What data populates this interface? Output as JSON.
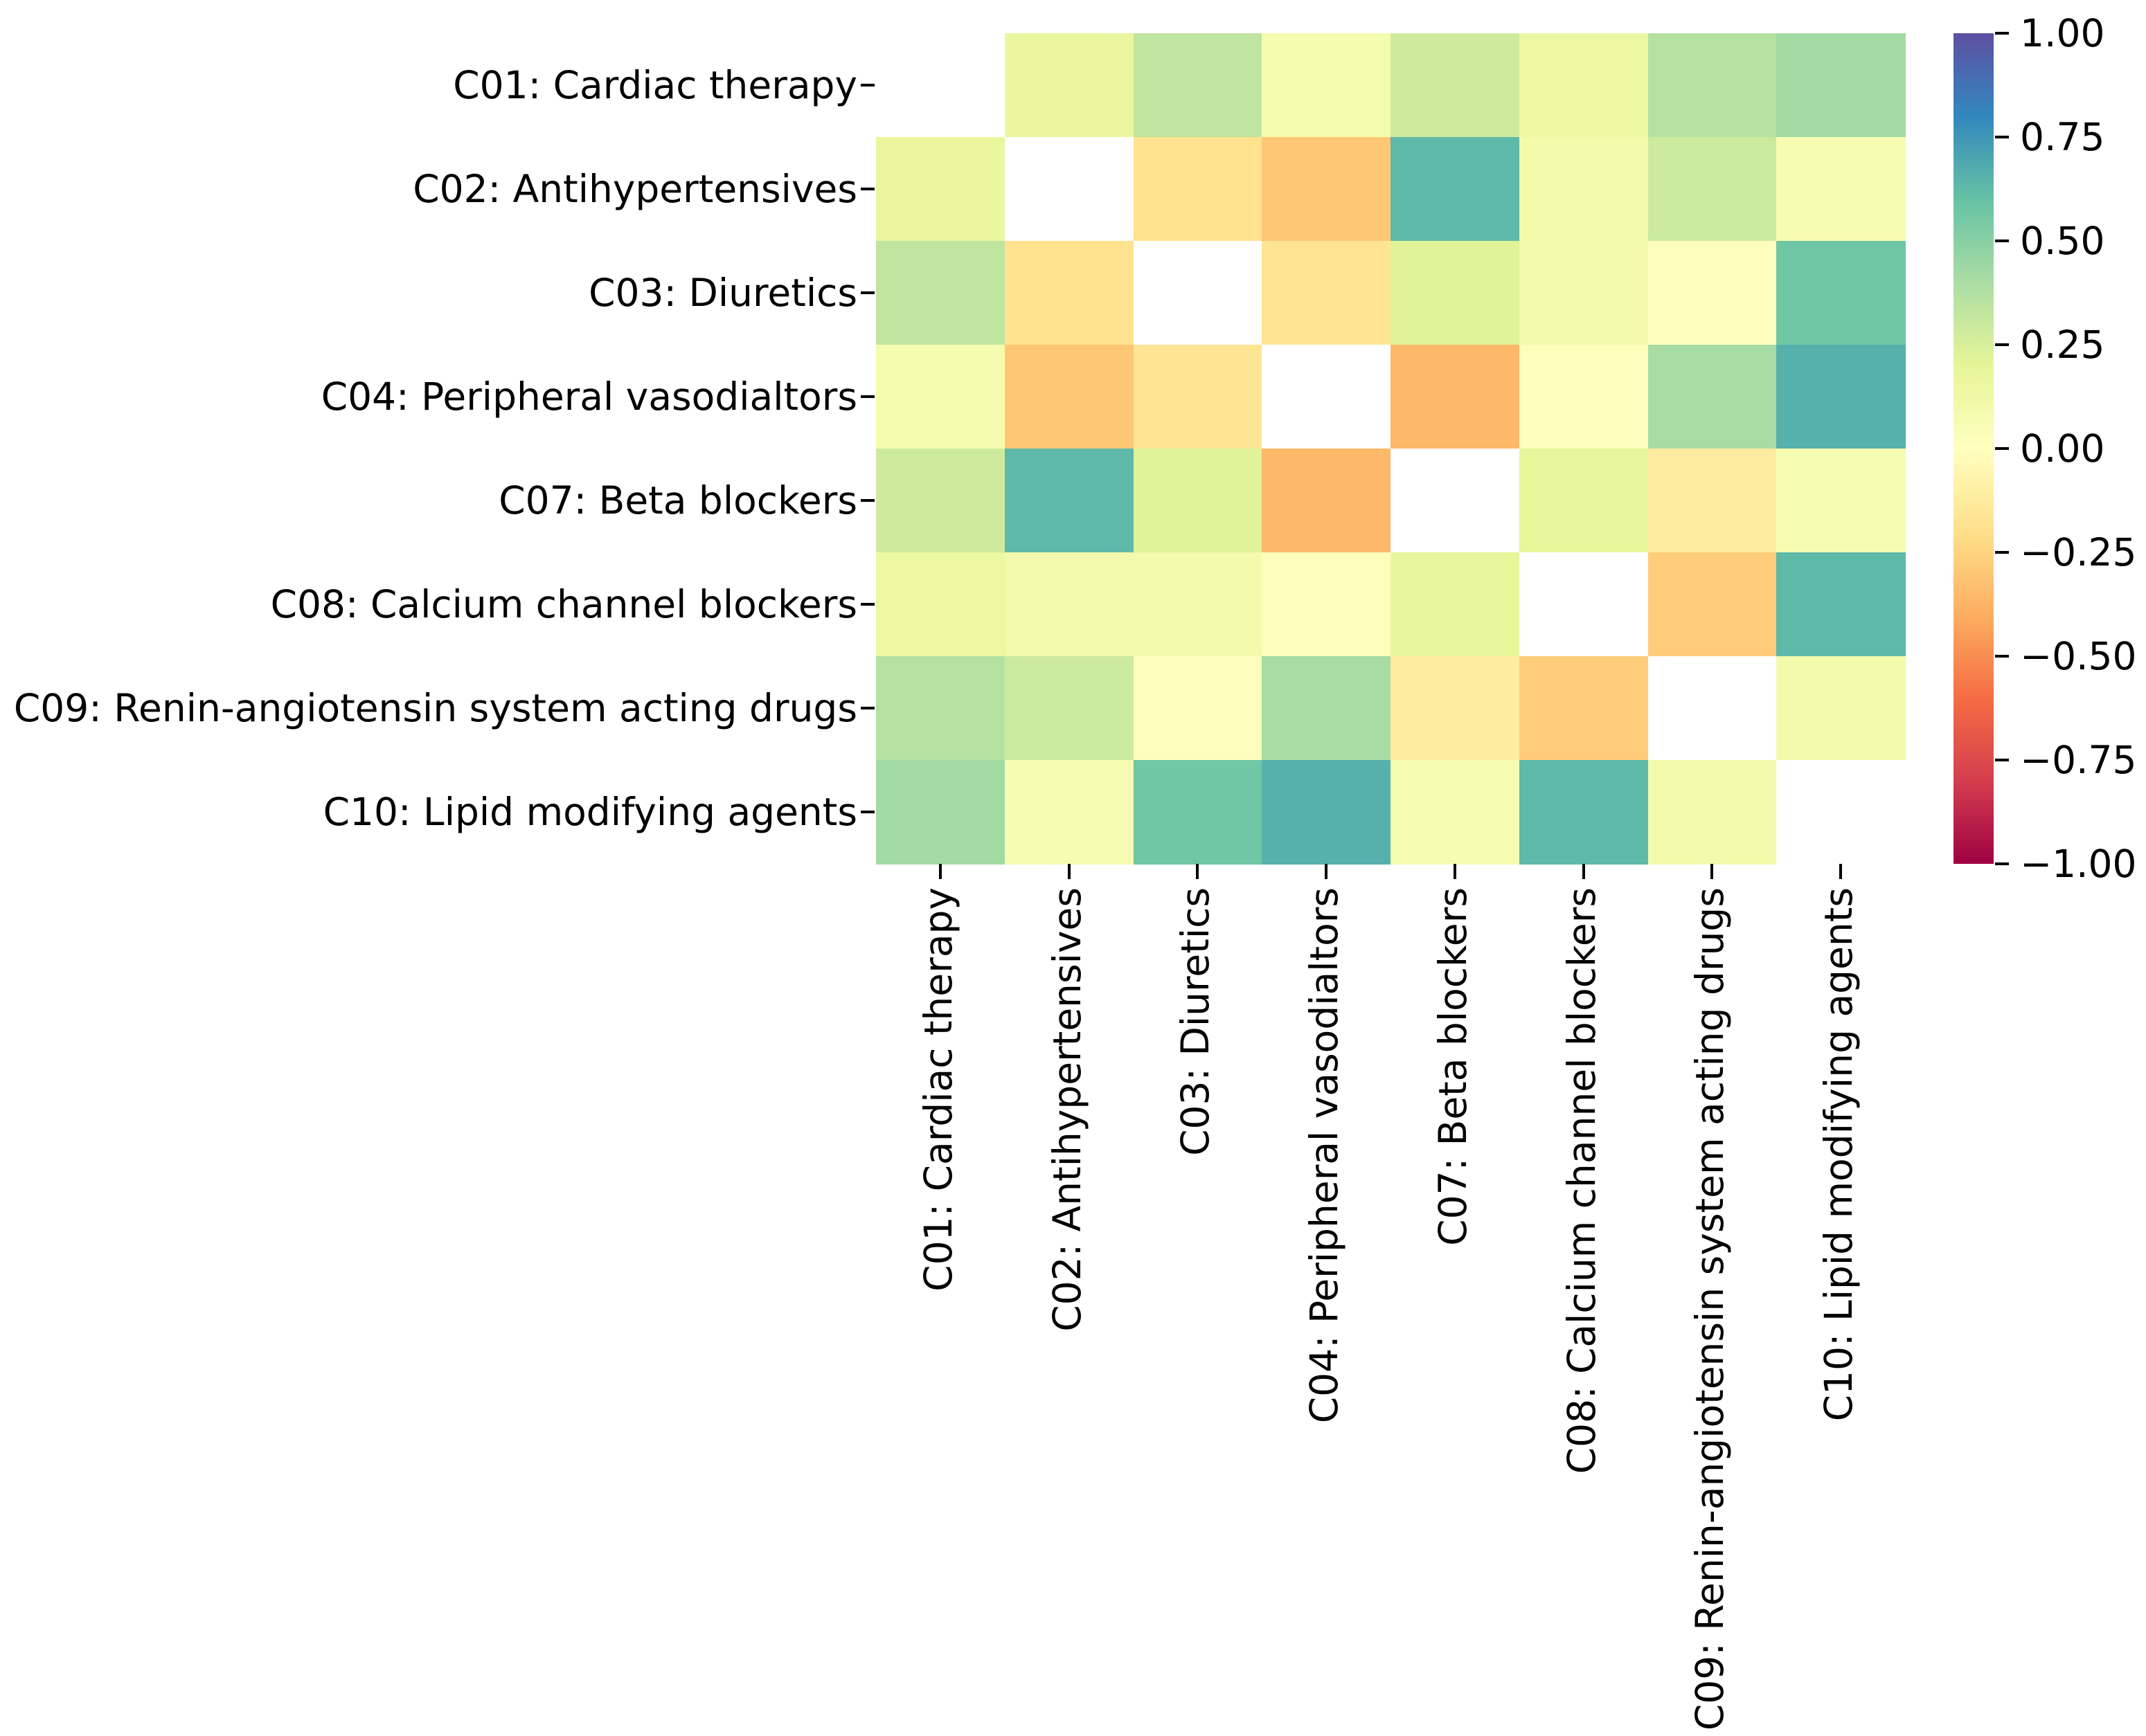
{
  "chart_data": {
    "type": "heatmap",
    "title": "",
    "xlabel": "",
    "ylabel": "",
    "categories": [
      "C01: Cardiac therapy",
      "C02: Antihypertensives",
      "C03: Diuretics",
      "C04: Peripheral vasodialtors",
      "C07: Beta blockers",
      "C08: Calcium channel blockers",
      "C09: Renin-angiotensin system acting drugs",
      "C10: Lipid modifying agents"
    ],
    "matrix": [
      [
        null,
        0.17,
        0.33,
        0.08,
        0.28,
        0.15,
        0.37,
        0.42
      ],
      [
        0.17,
        null,
        -0.19,
        -0.3,
        0.63,
        0.1,
        0.29,
        0.06
      ],
      [
        0.33,
        -0.19,
        null,
        -0.17,
        0.22,
        0.1,
        0.02,
        0.57
      ],
      [
        0.08,
        -0.3,
        -0.17,
        null,
        -0.36,
        0.02,
        0.41,
        0.66
      ],
      [
        0.28,
        0.63,
        0.22,
        -0.36,
        null,
        0.19,
        -0.12,
        0.07
      ],
      [
        0.15,
        0.1,
        0.1,
        0.02,
        0.19,
        null,
        -0.28,
        0.63
      ],
      [
        0.37,
        0.29,
        0.02,
        0.41,
        -0.12,
        -0.28,
        null,
        0.1
      ],
      [
        0.42,
        0.06,
        0.57,
        0.66,
        0.07,
        0.63,
        0.1,
        null
      ]
    ],
    "diagonal_masked": true,
    "masked_color": "#ffffff",
    "vmin": -1,
    "vmax": 1,
    "grid": false,
    "legend_position": "right-colorbar",
    "colormap": {
      "name": "Spectral",
      "stops": [
        {
          "v": -1.0,
          "c": "#9e0142"
        },
        {
          "v": -0.8,
          "c": "#d53e4f"
        },
        {
          "v": -0.6,
          "c": "#f46d43"
        },
        {
          "v": -0.4,
          "c": "#fdae61"
        },
        {
          "v": -0.2,
          "c": "#fee08b"
        },
        {
          "v": 0.0,
          "c": "#ffffbf"
        },
        {
          "v": 0.2,
          "c": "#e6f598"
        },
        {
          "v": 0.4,
          "c": "#abdda4"
        },
        {
          "v": 0.6,
          "c": "#66c2a5"
        },
        {
          "v": 0.8,
          "c": "#3288bd"
        },
        {
          "v": 1.0,
          "c": "#5e4fa2"
        }
      ]
    },
    "colorbar_ticks": [
      {
        "value": 1.0,
        "label": "1.00"
      },
      {
        "value": 0.75,
        "label": "0.75"
      },
      {
        "value": 0.5,
        "label": "0.50"
      },
      {
        "value": 0.25,
        "label": "0.25"
      },
      {
        "value": 0.0,
        "label": "0.00"
      },
      {
        "value": -0.25,
        "label": "−0.25"
      },
      {
        "value": -0.5,
        "label": "−0.50"
      },
      {
        "value": -0.75,
        "label": "−0.75"
      },
      {
        "value": -1.0,
        "label": "−1.00"
      }
    ],
    "text_color": "#000000",
    "background_color": "#ffffff"
  }
}
